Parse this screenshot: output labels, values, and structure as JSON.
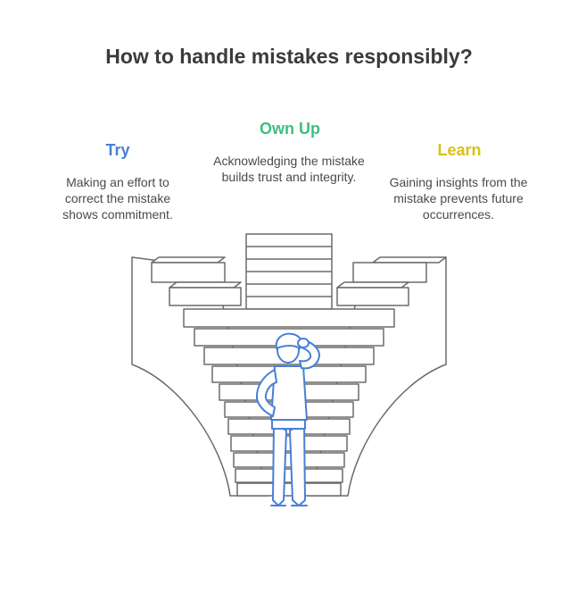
{
  "title": "How to handle mistakes responsibly?",
  "steps": [
    {
      "heading": "Try",
      "description": "Making an effort to correct the mistake shows commitment.",
      "color": "#4a7fd6"
    },
    {
      "heading": "Own Up",
      "description": "Acknowledging the mistake builds trust and integrity.",
      "color": "#3dbf7c"
    },
    {
      "heading": "Learn",
      "description": "Gaining insights from the mistake prevents future occurrences.",
      "color": "#d6c21c"
    }
  ],
  "colors": {
    "line": "#6b6b6b",
    "figure": "#4a7fd6"
  }
}
